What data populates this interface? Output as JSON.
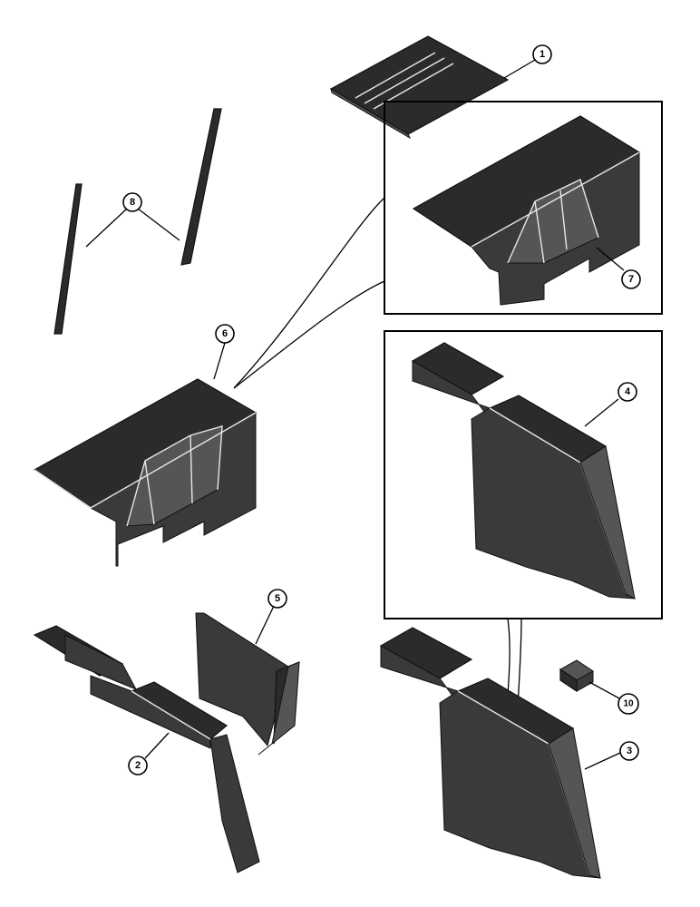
{
  "callouts": {
    "c1": "1",
    "c2": "2",
    "c3": "3",
    "c4": "4",
    "c5": "5",
    "c6": "6",
    "c7": "7",
    "c8": "8",
    "c10": "10"
  },
  "colors": {
    "part_fill": "#2b2b2b",
    "line": "#000000",
    "background": "#ffffff"
  }
}
